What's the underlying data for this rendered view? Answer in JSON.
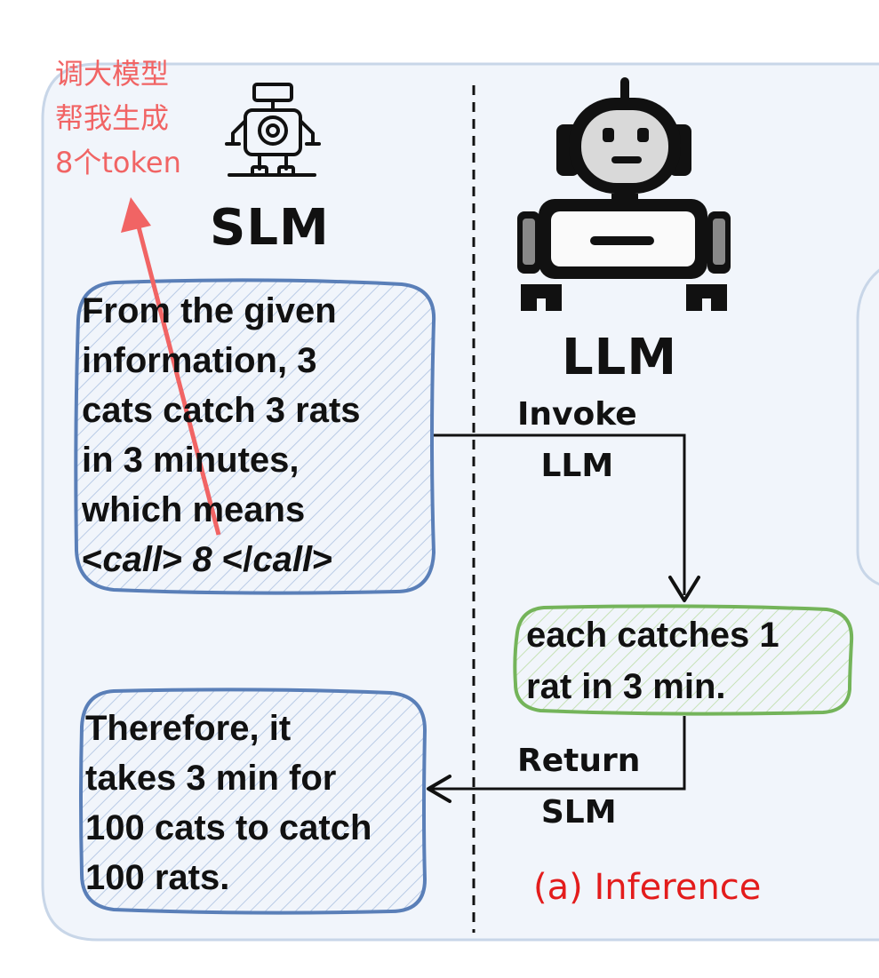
{
  "annotation": {
    "lines": [
      "调大模型",
      "帮我生成",
      "8个token"
    ]
  },
  "slm": {
    "title": "SLM",
    "icon": "small-robot-icon"
  },
  "llm": {
    "title": "LLM",
    "icon": "large-robot-icon"
  },
  "box_slm_reasoning": {
    "lines": [
      "From the given",
      "information, 3",
      "cats catch 3 rats",
      "in 3 minutes,",
      "which means"
    ],
    "call_open": "<call>",
    "call_value": " 8 ",
    "call_close": "</call>"
  },
  "box_llm_response": {
    "lines": [
      "each catches 1",
      "rat in 3 min."
    ]
  },
  "box_slm_conclusion": {
    "lines": [
      "Therefore, it",
      "takes 3 min for",
      "100 cats to catch",
      "100 rats."
    ]
  },
  "edges": {
    "invoke": [
      "Invoke",
      "LLM"
    ],
    "return": [
      "Return",
      "SLM"
    ]
  },
  "caption": "(a) Inference",
  "colors": {
    "panel_border": "#c8d6e8",
    "panel_fill": "#f1f5fb",
    "slm_box_border": "#5a7fb8",
    "slm_box_hatch": "#b9cbe6",
    "llm_box_border": "#74b45a",
    "llm_box_hatch": "#c6e2b6",
    "annotation": "#f16464",
    "caption": "#e31c1c"
  }
}
